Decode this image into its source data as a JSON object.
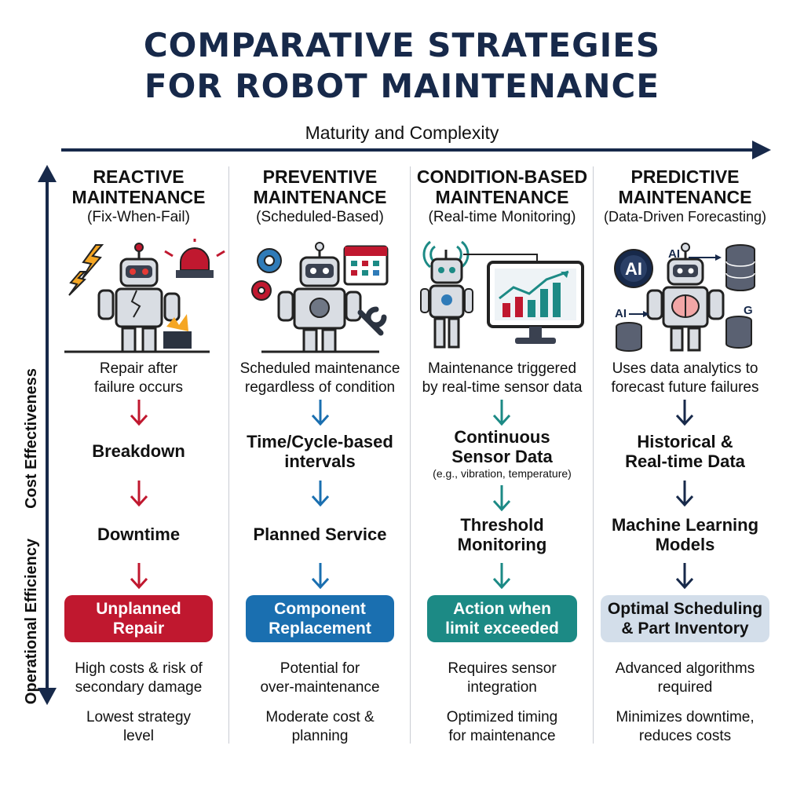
{
  "title": {
    "line1": "COMPARATIVE STRATEGIES",
    "line2": "FOR ROBOT MAINTENANCE"
  },
  "axes": {
    "horizontal_label": "Maturity and Complexity",
    "vertical_label_a": "Operational Efficiency",
    "vertical_label_b": "Cost Effectiveness"
  },
  "colors": {
    "navy": "#17294a",
    "reactive": "#c0182f",
    "preventive": "#1a6fb0",
    "condition": "#1c8a85",
    "predictive_fill": "#d3deea",
    "predictive_arrow": "#17294a"
  },
  "columns": [
    {
      "title1": "REACTIVE",
      "title2": "MAINTENANCE",
      "subtitle": "(Fix-When-Fail)",
      "illustration": "broken-robot-alarm-icon",
      "desc1": "Repair after",
      "desc2": "failure occurs",
      "step1": "Breakdown",
      "step2": "Downtime",
      "result1": "Unplanned",
      "result2": "Repair",
      "note1a": "High costs & risk of",
      "note1b": "secondary damage",
      "note2a": "Lowest strategy",
      "note2b": "level"
    },
    {
      "title1": "PREVENTIVE",
      "title2": "MAINTENANCE",
      "subtitle": "(Scheduled-Based)",
      "illustration": "robot-gears-calendar-icon",
      "desc1": "Scheduled maintenance",
      "desc2": "regardless of condition",
      "step1a": "Time/Cycle-based",
      "step1b": "intervals",
      "step2": "Planned Service",
      "result1": "Component",
      "result2": "Replacement",
      "note1a": "Potential for",
      "note1b": "over-maintenance",
      "note2a": "Moderate cost &",
      "note2b": "planning"
    },
    {
      "title1": "CONDITION-BASED",
      "title2": "MAINTENANCE",
      "subtitle": "(Real-time Monitoring)",
      "illustration": "robot-sensor-monitor-icon",
      "desc1": "Maintenance triggered",
      "desc2": "by real-time sensor data",
      "step1a": "Continuous",
      "step1b": "Sensor Data",
      "step1note": "(e.g., vibration, temperature)",
      "step2a": "Threshold",
      "step2b": "Monitoring",
      "result1": "Action when",
      "result2": "limit exceeded",
      "note1a": "Requires sensor",
      "note1b": "integration",
      "note2a": "Optimized timing",
      "note2b": "for maintenance"
    },
    {
      "title1": "PREDICTIVE",
      "title2": "MAINTENANCE",
      "subtitle": "(Data-Driven Forecasting)",
      "illustration": "robot-ai-database-icon",
      "ai_label": "AI",
      "g_label": "G",
      "desc1": "Uses data analytics to",
      "desc2": "forecast future failures",
      "step1a": "Historical &",
      "step1b": "Real-time Data",
      "step2a": "Machine Learning",
      "step2b": "Models",
      "result1": "Optimal Scheduling",
      "result2": "& Part Inventory",
      "note1a": "Advanced algorithms",
      "note1b": "required",
      "note2a": "Minimizes downtime,",
      "note2b": "reduces costs"
    }
  ]
}
